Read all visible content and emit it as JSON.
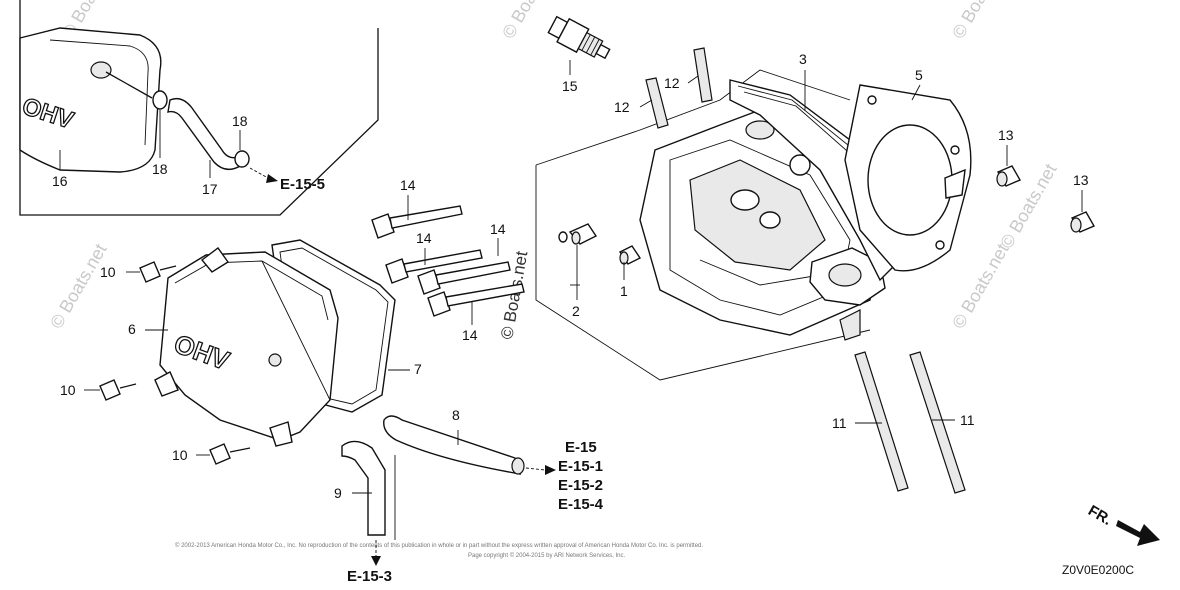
{
  "watermark": "© Boats.net",
  "callouts": [
    {
      "id": "c1",
      "text": "1"
    },
    {
      "id": "c2",
      "text": "2"
    },
    {
      "id": "c3",
      "text": "3"
    },
    {
      "id": "c5",
      "text": "5"
    },
    {
      "id": "c6",
      "text": "6"
    },
    {
      "id": "c7",
      "text": "7"
    },
    {
      "id": "c8",
      "text": "8"
    },
    {
      "id": "c9",
      "text": "9"
    },
    {
      "id": "c10a",
      "text": "10"
    },
    {
      "id": "c10b",
      "text": "10"
    },
    {
      "id": "c10c",
      "text": "10"
    },
    {
      "id": "c11a",
      "text": "11"
    },
    {
      "id": "c11b",
      "text": "11"
    },
    {
      "id": "c12a",
      "text": "12"
    },
    {
      "id": "c12b",
      "text": "12"
    },
    {
      "id": "c13a",
      "text": "13"
    },
    {
      "id": "c13b",
      "text": "13"
    },
    {
      "id": "c14a",
      "text": "14"
    },
    {
      "id": "c14b",
      "text": "14"
    },
    {
      "id": "c14c",
      "text": "14"
    },
    {
      "id": "c14d",
      "text": "14"
    },
    {
      "id": "c15",
      "text": "15"
    },
    {
      "id": "c16",
      "text": "16"
    },
    {
      "id": "c17",
      "text": "17"
    },
    {
      "id": "c18a",
      "text": "18"
    },
    {
      "id": "c18b",
      "text": "18"
    }
  ],
  "references": {
    "inset": "E-15-5",
    "breather": [
      "E-15",
      "E-15-1",
      "E-15-2",
      "E-15-4"
    ],
    "drain": "E-15-3"
  },
  "cover_emblem": "OHV",
  "inset_emblem": "OHV",
  "direction_label": "FR.",
  "diagram_code": "Z0V0E0200C",
  "copyright": [
    "© 2002-2013 American Honda Motor Co., Inc. No reproduction of the contents of this publication in whole or in part without the express written approval of American Honda Motor Co. Inc. is permitted.",
    "Page copyright © 2004-2015 by ARI Network Services, Inc."
  ]
}
